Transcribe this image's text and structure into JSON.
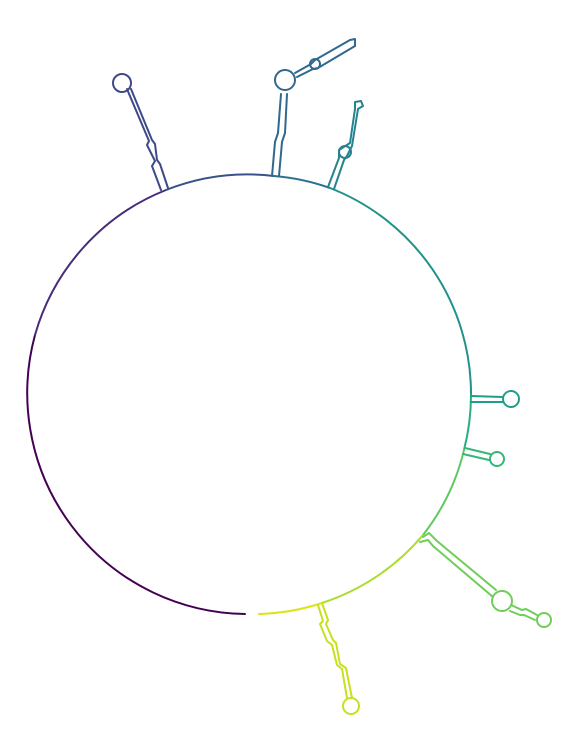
{
  "diagram": {
    "type": "rna-secondary-structure",
    "colormap": "viridis",
    "palette": [
      "#440154",
      "#482878",
      "#3e4989",
      "#31688e",
      "#26828e",
      "#1f9e89",
      "#35b779",
      "#6ece58",
      "#b5de2b",
      "#fde725"
    ],
    "background": "#ffffff",
    "hairpin_count": 7
  }
}
